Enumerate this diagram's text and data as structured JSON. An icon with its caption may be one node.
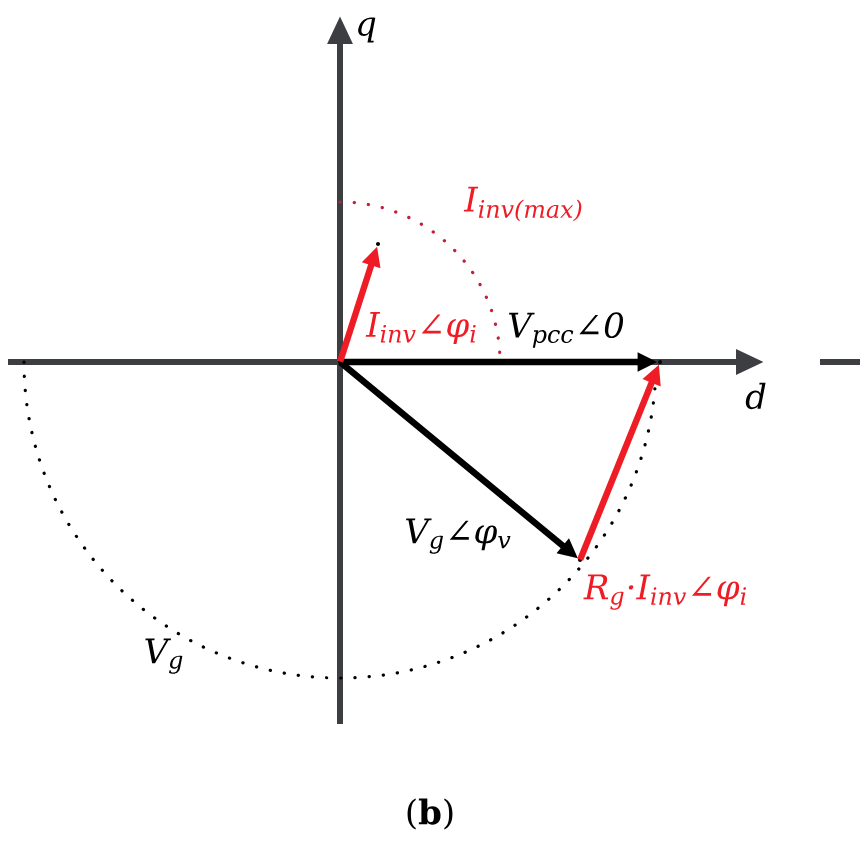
{
  "diagram": {
    "nodes": [
      {
        "text": [],
        "shape": "point"
      },
      {
        "text": [],
        "shape": "point"
      },
      {
        "text": [],
        "shape": "point"
      },
      {
        "text": [],
        "shape": "point"
      }
    ],
    "edges": [
      {
        "from": 0,
        "to": 1,
        "arrow": "to",
        "label": "V$_{pcc}$∠0"
      },
      {
        "from": 0,
        "to": 2,
        "arrow": "to",
        "label": "V$_{g}$∠φ$_{v}$"
      },
      {
        "from": 2,
        "to": 1,
        "arrow": "to",
        "label": "R$_{g}$·I$_{inv}$∠φ$_{i}$",
        "color": "#ee1c25"
      },
      {
        "from": 0,
        "to": 3,
        "arrow": "to",
        "label": "I$_{inv}$∠φ$_{i}$",
        "color": "#ee1c25"
      }
    ],
    "labels": [
      "q",
      "I$_{inv(max)}$",
      "d",
      "V$_{g}$",
      "(**b**)"
    ]
  }
}
